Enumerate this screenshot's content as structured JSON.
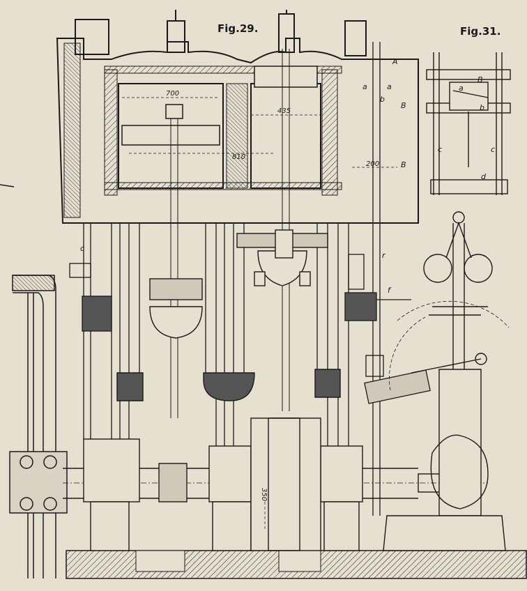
{
  "figures": {
    "fig29_title": "Fig.29.",
    "fig31_title": "Fig.31."
  },
  "dimensions": {
    "d700": "700",
    "d435": "435",
    "d810": "810",
    "d200": "200",
    "d350": "350"
  },
  "letters": {
    "A": "A",
    "B1": "B",
    "B2": "B",
    "a1": "a",
    "a2": "a",
    "b1": "b",
    "c_left": "c",
    "r": "r",
    "f": "f",
    "f31_B": "B",
    "f31_a": "a",
    "f31_b": "b",
    "f31_c1": "c",
    "f31_c2": "c",
    "f31_d": "d"
  },
  "colors": {
    "paper": "#e6e0d1",
    "ink": "#1a1a1a",
    "section_fill": "#555555"
  }
}
